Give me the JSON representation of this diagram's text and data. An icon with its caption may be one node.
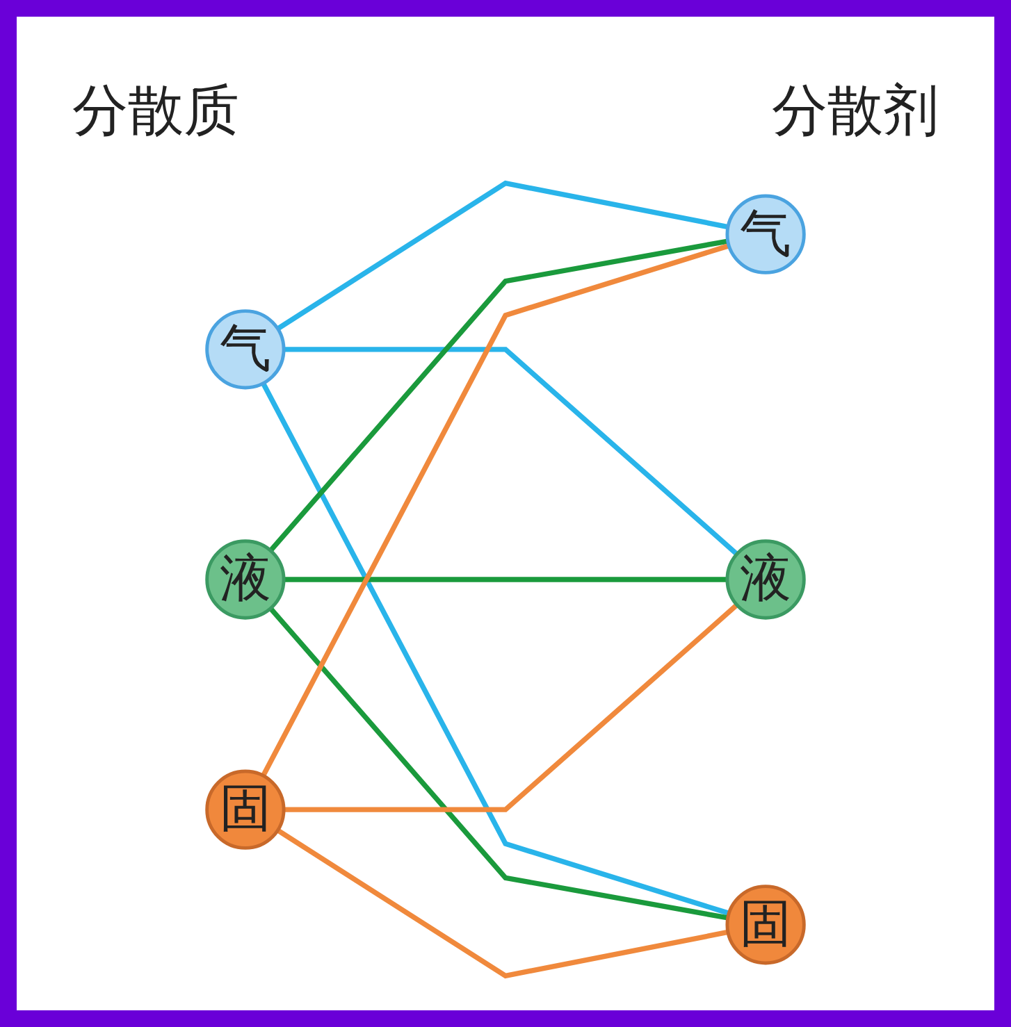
{
  "diagram": {
    "nodes": [
      {
        "text": [
          "气"
        ]
      },
      {
        "text": [
          "液"
        ]
      },
      {
        "text": [
          "固"
        ]
      },
      {
        "text": [
          "气"
        ]
      },
      {
        "text": [
          "液"
        ]
      },
      {
        "text": [
          "固"
        ]
      }
    ],
    "edges": [
      {
        "from": 0,
        "to": 3,
        "arrow": "none",
        "color": "#29b4ea"
      },
      {
        "from": 0,
        "to": 4,
        "arrow": "none",
        "color": "#29b4ea"
      },
      {
        "from": 0,
        "to": 5,
        "arrow": "none",
        "color": "#29b4ea"
      },
      {
        "from": 1,
        "to": 3,
        "arrow": "none",
        "color": "#1a9a3c"
      },
      {
        "from": 1,
        "to": 4,
        "arrow": "none",
        "color": "#1a9a3c"
      },
      {
        "from": 1,
        "to": 5,
        "arrow": "none",
        "color": "#1a9a3c"
      },
      {
        "from": 2,
        "to": 3,
        "arrow": "none",
        "color": "#f0893c"
      },
      {
        "from": 2,
        "to": 4,
        "arrow": "none",
        "color": "#f0893c"
      },
      {
        "from": 2,
        "to": 5,
        "arrow": "none",
        "color": "#f0893c"
      }
    ],
    "labels": [
      "分散质",
      "分散剂"
    ]
  }
}
